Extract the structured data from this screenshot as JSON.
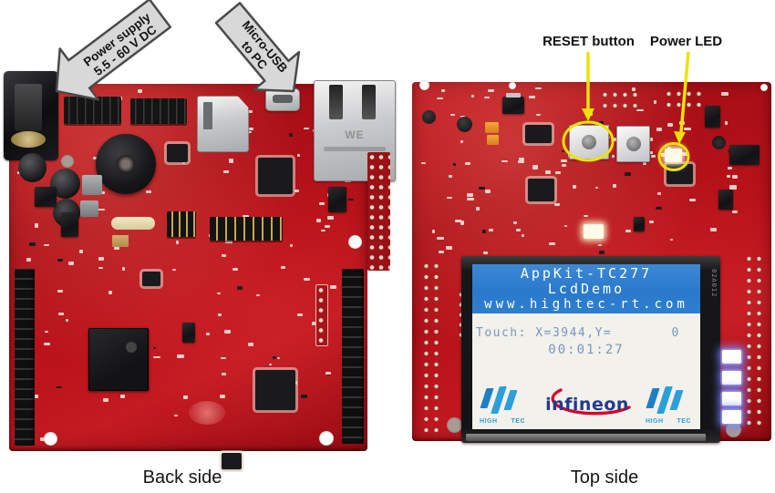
{
  "colors": {
    "pcb_red": "#b31218",
    "annotation_yellow": "#ece303",
    "arrow_fill": "#d8d8d8",
    "arrow_stroke": "#4a4a4a",
    "lcd_header_bg": "#2e7fd0",
    "lcd_body_bg": "#f2f1ec",
    "lcd_body_text": "#7897bd",
    "infineon_blue": "#233a8f",
    "infineon_red": "#d40029",
    "hightec_blue": "#2b9fd8"
  },
  "annotations": {
    "power_supply": {
      "line1": "Power supply",
      "line2": "5.5 - 60 V DC"
    },
    "micro_usb": {
      "line1": "Micro-USB",
      "line2": "to PC"
    },
    "reset_button_label": "RESET button",
    "power_led_label": "Power LED"
  },
  "captions": {
    "back_side": "Back side",
    "top_side": "Top side"
  },
  "back_board": {
    "ethernet_marking": "WE"
  },
  "top_board": {
    "lcd_flex_marking": "02A012"
  },
  "lcd_screen": {
    "title_line1": "AppKit-TC277",
    "title_line2": "LcdDemo",
    "title_line3": "www.hightec-rt.com",
    "touch_line": "Touch: X=3944,Y=       0",
    "time_line": "00:01:27"
  },
  "logos": {
    "infineon": "infineon",
    "hightec_left_high": "HIGH",
    "hightec_left_tec": "TEC",
    "hightec_right_high": "HIGH",
    "hightec_right_tec": "TEC"
  }
}
